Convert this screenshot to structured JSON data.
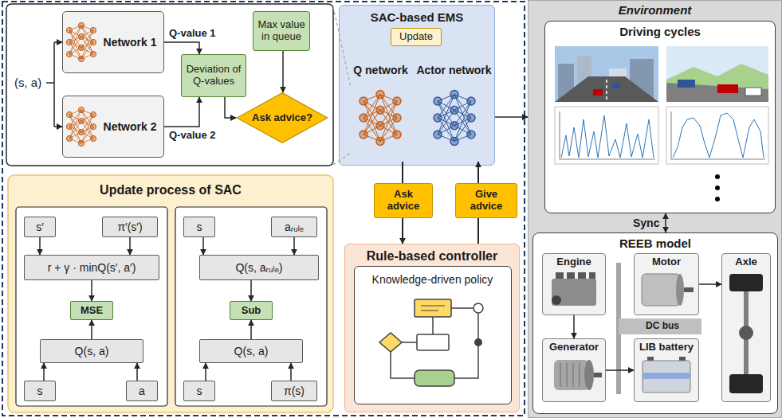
{
  "diagram": {
    "nodes": [
      {
        "text": [
          "Network 1"
        ]
      },
      {
        "text": [
          "Network 2"
        ]
      },
      {
        "text": [
          "Deviation of Q-values"
        ]
      },
      {
        "text": [
          "Max value in queue"
        ]
      },
      {
        "text": [
          "Ask advice?"
        ]
      },
      {
        "text": [
          "SAC-based EMS"
        ]
      },
      {
        "text": [
          "Update"
        ],
        "in": 5
      },
      {
        "text": [
          "Q network"
        ],
        "in": 5
      },
      {
        "text": [
          "Actor network"
        ],
        "in": 5
      },
      {
        "text": [
          "Environment"
        ]
      },
      {
        "text": [
          "Driving cycles"
        ],
        "in": 9
      },
      {
        "text": [
          "REEB model"
        ],
        "in": 9
      },
      {
        "text": [
          "Engine"
        ],
        "in": 11
      },
      {
        "text": [
          "Motor"
        ],
        "in": 11
      },
      {
        "text": [
          "Generator"
        ],
        "in": 11
      },
      {
        "text": [
          "LIB battery"
        ],
        "in": 11
      },
      {
        "text": [
          "Axle"
        ],
        "in": 11
      },
      {
        "text": [
          "Update process of SAC"
        ]
      },
      {
        "text": [
          "s′"
        ],
        "in": 17
      },
      {
        "text": [
          "π′(s′)"
        ],
        "in": 17
      },
      {
        "text": [
          "r + γ · minQ(s′, a′)"
        ],
        "in": 17
      },
      {
        "text": [
          "MSE"
        ],
        "in": 17
      },
      {
        "text": [
          "Q(s, a)"
        ],
        "in": 17
      },
      {
        "text": [
          "s"
        ],
        "in": 17
      },
      {
        "text": [
          "a"
        ],
        "in": 17
      },
      {
        "text": [
          "s"
        ],
        "in": 17
      },
      {
        "text": [
          "aᵣᵤₗₑ"
        ],
        "in": 17
      },
      {
        "text": [
          "Q(s, aᵣᵤₗₑ)"
        ],
        "in": 17
      },
      {
        "text": [
          "Sub"
        ],
        "in": 17
      },
      {
        "text": [
          "Q(s, a)"
        ],
        "in": 17
      },
      {
        "text": [
          "s"
        ],
        "in": 17
      },
      {
        "text": [
          "π(s)"
        ],
        "in": 17
      },
      {
        "text": [
          "Ask advice"
        ]
      },
      {
        "text": [
          "Give advice"
        ]
      },
      {
        "text": [
          "Rule-based controller"
        ]
      },
      {
        "text": [
          "Knowledge-driven policy"
        ],
        "in": 34
      }
    ],
    "edges": [
      {
        "from": 0,
        "to": 2,
        "label": "Q-value 1",
        "arrow": "to"
      },
      {
        "from": 1,
        "to": 2,
        "label": "Q-value 2",
        "arrow": "to"
      },
      {
        "from": 2,
        "to": 4,
        "arrow": "to"
      },
      {
        "from": 3,
        "to": 4,
        "arrow": "to"
      },
      {
        "from": 5,
        "to": 9,
        "arrow": "to"
      },
      {
        "from": 7,
        "to": 32,
        "arrow": "none"
      },
      {
        "from": 32,
        "to": 34,
        "arrow": "to"
      },
      {
        "from": 34,
        "to": 33,
        "arrow": "none"
      },
      {
        "from": 33,
        "to": 8,
        "arrow": "to"
      },
      {
        "from": 10,
        "to": 11,
        "label": "Sync",
        "arrow": "both"
      },
      {
        "from": 12,
        "to": 14,
        "arrow": "to"
      },
      {
        "from": 14,
        "to": 15,
        "arrow": "to"
      },
      {
        "from": 13,
        "to": 16,
        "arrow": "to"
      },
      {
        "from": 18,
        "to": 20,
        "arrow": "to"
      },
      {
        "from": 19,
        "to": 20,
        "arrow": "to"
      },
      {
        "from": 20,
        "to": 21,
        "arrow": "to"
      },
      {
        "from": 22,
        "to": 21,
        "arrow": "to"
      },
      {
        "from": 23,
        "to": 22,
        "arrow": "to"
      },
      {
        "from": 24,
        "to": 22,
        "arrow": "to"
      },
      {
        "from": 25,
        "to": 27,
        "arrow": "to"
      },
      {
        "from": 26,
        "to": 27,
        "arrow": "to"
      },
      {
        "from": 27,
        "to": 28,
        "arrow": "to"
      },
      {
        "from": 29,
        "to": 28,
        "arrow": "to"
      },
      {
        "from": 30,
        "to": 29,
        "arrow": "to"
      },
      {
        "from": 31,
        "to": 29,
        "arrow": "to"
      }
    ],
    "labels": [
      "(s, a)",
      "DC bus"
    ]
  }
}
